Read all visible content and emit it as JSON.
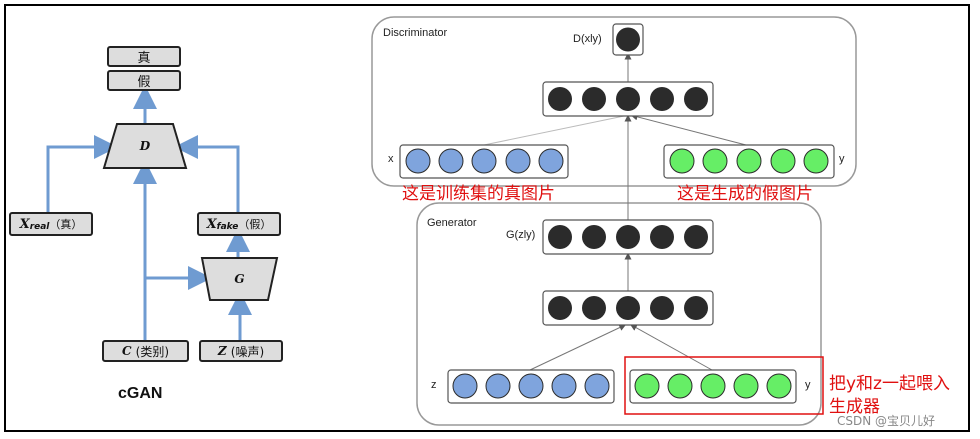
{
  "left": {
    "output_true": "真",
    "output_false": "假",
    "discriminator": "D",
    "generator": "G",
    "x_real_main": "X",
    "x_real_sub": "real",
    "x_real_note": "（真）",
    "x_fake_main": "X",
    "x_fake_sub": "fake",
    "x_fake_note": "（假）",
    "c_main": "C",
    "c_note": "(类别)",
    "z_main": "Z",
    "z_note": "(噪声)",
    "caption": "cGAN"
  },
  "right": {
    "discriminator_title": "Discriminator",
    "generator_title": "Generator",
    "d_output": "D(xly)",
    "g_output": "G(zly)",
    "x_label": "x",
    "y_label_top": "y",
    "z_label": "z",
    "y_label_bottom": "y",
    "real_note": "这是训练集的真图片",
    "fake_note": "这是生成的假图片",
    "feed_note_line1": "把y和z一起喂入",
    "feed_note_line2": "生成器",
    "watermark": "CSDN @宝贝儿好"
  },
  "colors": {
    "arrow_blue": "#6f9bd1",
    "node_dark": "#2b2b2b",
    "node_blue": "#7fa4dd",
    "node_green": "#66ee66",
    "annotation_red": "#e01010",
    "box_fill": "#dddddd"
  }
}
